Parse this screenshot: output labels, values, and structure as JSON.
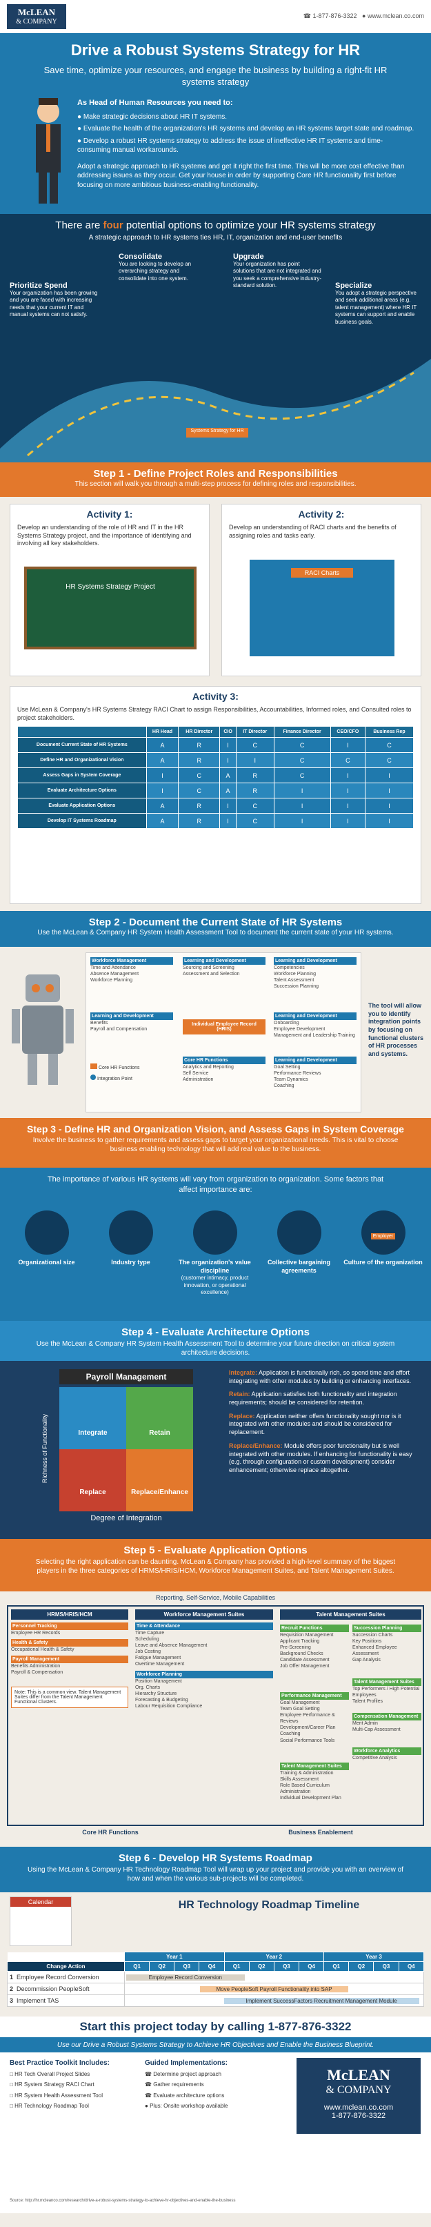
{
  "header": {
    "logo_top": "McLEAN",
    "logo_bottom": "& COMPANY",
    "phone": "1-877-876-3322",
    "website": "www.mclean.co.com"
  },
  "hero": {
    "title": "Drive a Robust Systems Strategy for HR",
    "subtitle": "Save time, optimize your resources, and engage the business by building a right-fit HR systems strategy",
    "intro": "As Head of Human Resources you need to:",
    "bullets": [
      "Make strategic decisions about HR IT systems.",
      "Evaluate the health of the organization's HR systems and develop an HR systems target state and roadmap.",
      "Develop a robust HR systems strategy to address the issue of ineffective HR IT systems and time-consuming manual workarounds."
    ],
    "paragraph": "Adopt a strategic approach to HR systems and get it right the first time. This will be more cost effective than addressing issues as they occur. Get your house in order by supporting Core HR functionality first before focusing on more ambitious business-enabling functionality."
  },
  "options": {
    "title_pre": "There are",
    "title_bold": "four",
    "title_post": "potential options to optimize your HR systems strategy",
    "subtitle": "A strategic approach to HR systems ties HR, IT, organization and end-user benefits",
    "items": [
      {
        "name": "Prioritize Spend",
        "desc": "Your organization has been growing and you are faced with increasing needs that your current IT and manual systems can not satisfy."
      },
      {
        "name": "Consolidate",
        "desc": "You are looking to develop an overarching strategy and consolidate into one system."
      },
      {
        "name": "Upgrade",
        "desc": "Your organization has point solutions that are not integrated and you seek a comprehensive industry-standard solution."
      },
      {
        "name": "Specialize",
        "desc": "You adopt a strategic perspective and seek additional areas (e.g. talent management) where HR IT systems can support and enable business goals."
      }
    ],
    "road_label": "Systems Strategy for HR"
  },
  "step1": {
    "title": "Step 1 - Define Project Roles and Responsibilities",
    "subtitle": "This section will walk you through a multi-step process for defining roles and responsibilities.",
    "activity1": {
      "title": "Activity 1:",
      "text": "Develop an understanding of the role of HR and IT in the HR Systems Strategy project, and the importance of identifying and involving all key stakeholders.",
      "board": "HR Systems Strategy Project"
    },
    "activity2": {
      "title": "Activity 2:",
      "text": "Develop an understanding of RACI charts and the benefits of assigning roles and tasks early.",
      "chart_label": "RACI Charts"
    },
    "activity3": {
      "title": "Activity 3:",
      "text": "Use McLean & Company's HR Systems Strategy RACI Chart to assign Responsibilities, Accountabilities, Informed roles, and Consulted roles to project stakeholders.",
      "columns": [
        "",
        "HR Head",
        "HR Director",
        "CIO",
        "IT Director",
        "Finance Director",
        "CEO/CFO",
        "Business Rep"
      ],
      "rows": [
        [
          "Document Current State of HR Systems",
          "A",
          "R",
          "I",
          "C",
          "C",
          "I",
          "C"
        ],
        [
          "Define HR and Organizational Vision",
          "A",
          "R",
          "I",
          "I",
          "C",
          "C",
          "C"
        ],
        [
          "Assess Gaps in System Coverage",
          "I",
          "C",
          "A",
          "R",
          "C",
          "I",
          "I"
        ],
        [
          "Evaluate Architecture Options",
          "I",
          "C",
          "A",
          "R",
          "I",
          "I",
          "I"
        ],
        [
          "Evaluate Application Options",
          "A",
          "R",
          "I",
          "C",
          "I",
          "I",
          "I"
        ],
        [
          "Develop IT Systems Roadmap",
          "A",
          "R",
          "I",
          "C",
          "I",
          "I",
          "I"
        ]
      ]
    }
  },
  "step2": {
    "title": "Step 2 - Document the Current State of HR Systems",
    "subtitle": "Use the McLean & Company HR System Health Assessment Tool to document the current state of your HR systems.",
    "boxes": [
      {
        "name": "Workforce Management",
        "items": [
          "Time and Attendance",
          "Absence Management",
          "Workforce Planning"
        ]
      },
      {
        "name": "Learning and Development",
        "items": [
          "Sourcing and Screening",
          "Assessment and Selection"
        ]
      },
      {
        "name": "Learning and Development",
        "items": [
          "Competencies",
          "Workforce Planning",
          "Talent Assessment",
          "Succession Planning"
        ]
      },
      {
        "name": "Learning and Development",
        "items": [
          "Benefits",
          "Payroll and Compensation"
        ]
      },
      {
        "name": "Individual Employee Record (HRIS)",
        "items": []
      },
      {
        "name": "Learning and Development",
        "items": [
          "Onboarding",
          "Employee Development",
          "Management and Leadership Training"
        ]
      },
      {
        "name": "Learning and Development",
        "items": [
          "Goal Setting",
          "Performance Reviews",
          "Team Dynamics",
          "Coaching"
        ]
      },
      {
        "name": "Core HR Functions",
        "items": [
          "Analytics and Reporting",
          "Self Service",
          "Administration"
        ]
      }
    ],
    "core_label": "Core HR Functions",
    "integration": "Integration Point",
    "tool_note": "The tool will allow you to identify integration points by focusing on functional clusters of HR processes and systems."
  },
  "step3": {
    "title": "Step 3 - Define HR and Organization Vision, and Assess Gaps in System Coverage",
    "subtitle": "Involve the business to gather requirements and assess gaps to target your organizational needs. This is vital to choose business enabling technology that will add real value to the business.",
    "lead": "The importance of various HR systems will vary from organization to organization. Some factors that affect importance are:",
    "factors": [
      {
        "name": "Organizational size",
        "desc": ""
      },
      {
        "name": "Industry type",
        "desc": ""
      },
      {
        "name": "The organization's value discipline",
        "desc": "(customer intimacy, product innovation, or operational excellence)"
      },
      {
        "name": "Collective bargaining agreements",
        "desc": ""
      },
      {
        "name": "Culture of the organization",
        "desc": ""
      }
    ],
    "employer_label": "Employer"
  },
  "step4": {
    "title": "Step 4 - Evaluate Architecture Options",
    "subtitle": "Use the McLean & Company HR System Health Assessment Tool to determine your future direction on critical system architecture decisions.",
    "chart_title": "Payroll Management",
    "ylabel": "Richness of Functionality",
    "xlabel": "Degree of Integration",
    "quadrants": [
      "Integrate",
      "Retain",
      "Replace",
      "Replace/Enhance"
    ],
    "defs": [
      {
        "term": "Integrate:",
        "text": "Application is functionally rich, so spend time and effort integrating with other modules by building or enhancing interfaces."
      },
      {
        "term": "Retain:",
        "text": "Application satisfies both functionality and integration requirements; should be considered for retention."
      },
      {
        "term": "Replace:",
        "text": "Application neither offers functionality sought nor is it integrated with other modules and should be considered for replacement."
      },
      {
        "term": "Replace/Enhance:",
        "text": "Module offers poor functionality but is well integrated with other modules. If enhancing for functionality is easy (e.g. through configuration or custom development) consider enhancement; otherwise replace altogether."
      }
    ]
  },
  "step5": {
    "title": "Step 5 - Evaluate Application Options",
    "subtitle": "Selecting the right application can be daunting. McLean & Company has provided a high-level summary of the biggest players in the three categories of HRMS/HRIS/HCM, Workforce Management Suites, and Talent Management Suites.",
    "top_label": "Reporting, Self-Service, Mobile Capabilities",
    "col1": "HRMS/HRIS/HCM",
    "col2": "Workforce Management Suites",
    "col3": "Talent Management Suites",
    "core_label": "Core HR Functions",
    "biz_label": "Business Enablement",
    "note": "Note: This is a common view. Talent Management Suites differ from the Talent Management Functional Clusters.",
    "hrms_groups": [
      {
        "name": "Personnel Tracking",
        "items": [
          "Employee HR Records"
        ]
      },
      {
        "name": "Health & Safety",
        "items": [
          "Occupational Health & Safety"
        ]
      },
      {
        "name": "Payroll Management",
        "items": [
          "Benefits Administration",
          "Payroll & Compensation"
        ]
      }
    ],
    "wfm_groups": [
      {
        "name": "Time & Attendance",
        "items": [
          "Time Capture",
          "Scheduling",
          "Leave and Absence Management",
          "Job Costing",
          "Fatigue Management",
          "Overtime Management"
        ]
      },
      {
        "name": "Workforce Planning",
        "items": [
          "Position Management",
          "Org. Charts",
          "Hierarchy Structure",
          "Forecasting & Budgeting",
          "Labour Requisition Compliance"
        ]
      }
    ],
    "tm_groups": [
      {
        "name": "Recruit Functions",
        "items": [
          "Requisition Management",
          "Applicant Tracking",
          "Pre-Screening",
          "Background Checks",
          "Candidate Assessment",
          "Job Offer Management"
        ]
      },
      {
        "name": "Succession Planning",
        "items": [
          "Succession Charts",
          "Key Positions",
          "Enhanced Employee Assessment",
          "Gap Analysis"
        ]
      },
      {
        "name": "Performance Management",
        "items": [
          "Goal Management",
          "Team Goal Setting",
          "Employee Performance & Reviews",
          "Development/Career Plan",
          "Coaching",
          "Social Performance Tools"
        ]
      },
      {
        "name": "Talent Management Suites",
        "items": [
          "Top Performers / High Potential Employees",
          "Talent Profiles"
        ]
      },
      {
        "name": "Compensation Management",
        "items": [
          "Merit Admin",
          "Multi-Cap Assessment"
        ]
      },
      {
        "name": "Talent Management Suites",
        "items": [
          "Training & Administration",
          "Skills Assessment",
          "Role Based Curriculum Administration",
          "Individual Development Plan"
        ]
      },
      {
        "name": "Workforce Analytics",
        "items": [
          "Competitive Analysis"
        ]
      }
    ]
  },
  "step6": {
    "title": "Step 6 - Develop HR Systems Roadmap",
    "subtitle": "Using the McLean & Company HR Technology Roadmap Tool will wrap up your project and provide you with an overview of how and when the various sub-projects will be completed.",
    "calendar_label": "Calendar",
    "roadmap_title": "HR Technology Roadmap Timeline",
    "years": [
      "Year 1",
      "Year 2",
      "Year 3"
    ],
    "quarters": [
      "Q1",
      "Q2",
      "Q3",
      "Q4",
      "Q1",
      "Q2",
      "Q3",
      "Q4",
      "Q1",
      "Q2",
      "Q3",
      "Q4"
    ],
    "col_header": "Change Action",
    "rows": [
      {
        "num": "1",
        "action": "Employee Record Conversion",
        "bar": "Employee Record Conversion"
      },
      {
        "num": "2",
        "action": "Decommission PeopleSoft",
        "bar": "Move PeopleSoft Payroll Functionality into SAP"
      },
      {
        "num": "3",
        "action": "Implement TAS",
        "bar": "Implement SuccessFactors Recruitment Management Module"
      }
    ]
  },
  "footer": {
    "cta": "Start this project today by calling 1-877-876-3322",
    "banner": "Use our Drive a Robust Systems Strategy to Achieve HR Objectives and Enable the Business Blueprint.",
    "toolkit_title": "Best Practice Toolkit Includes:",
    "toolkit": [
      "HR Tech Overall Project Slides",
      "HR System Strategy RACI Chart",
      "HR System Health Assessment Tool",
      "HR Technology Roadmap Tool"
    ],
    "guided_title": "Guided Implementations:",
    "guided": [
      "Determine project approach",
      "Gather requirements",
      "Evaluate architecture options",
      "Plus: Onsite workshop available"
    ],
    "logo_top": "McLEAN",
    "logo_bottom": "& COMPANY",
    "website": "www.mclean.co.com",
    "phone": "1-877-876-3322",
    "source": "Source: http://hr.mcleanco.com/research/drive-a-robust-systems-strategy-to-achieve-hr-objectives-and-enable-the-business"
  },
  "colors": {
    "orange": "#e3782c",
    "blue": "#1f79ad",
    "navy": "#0f3a5b",
    "cream": "#f1ede6"
  }
}
